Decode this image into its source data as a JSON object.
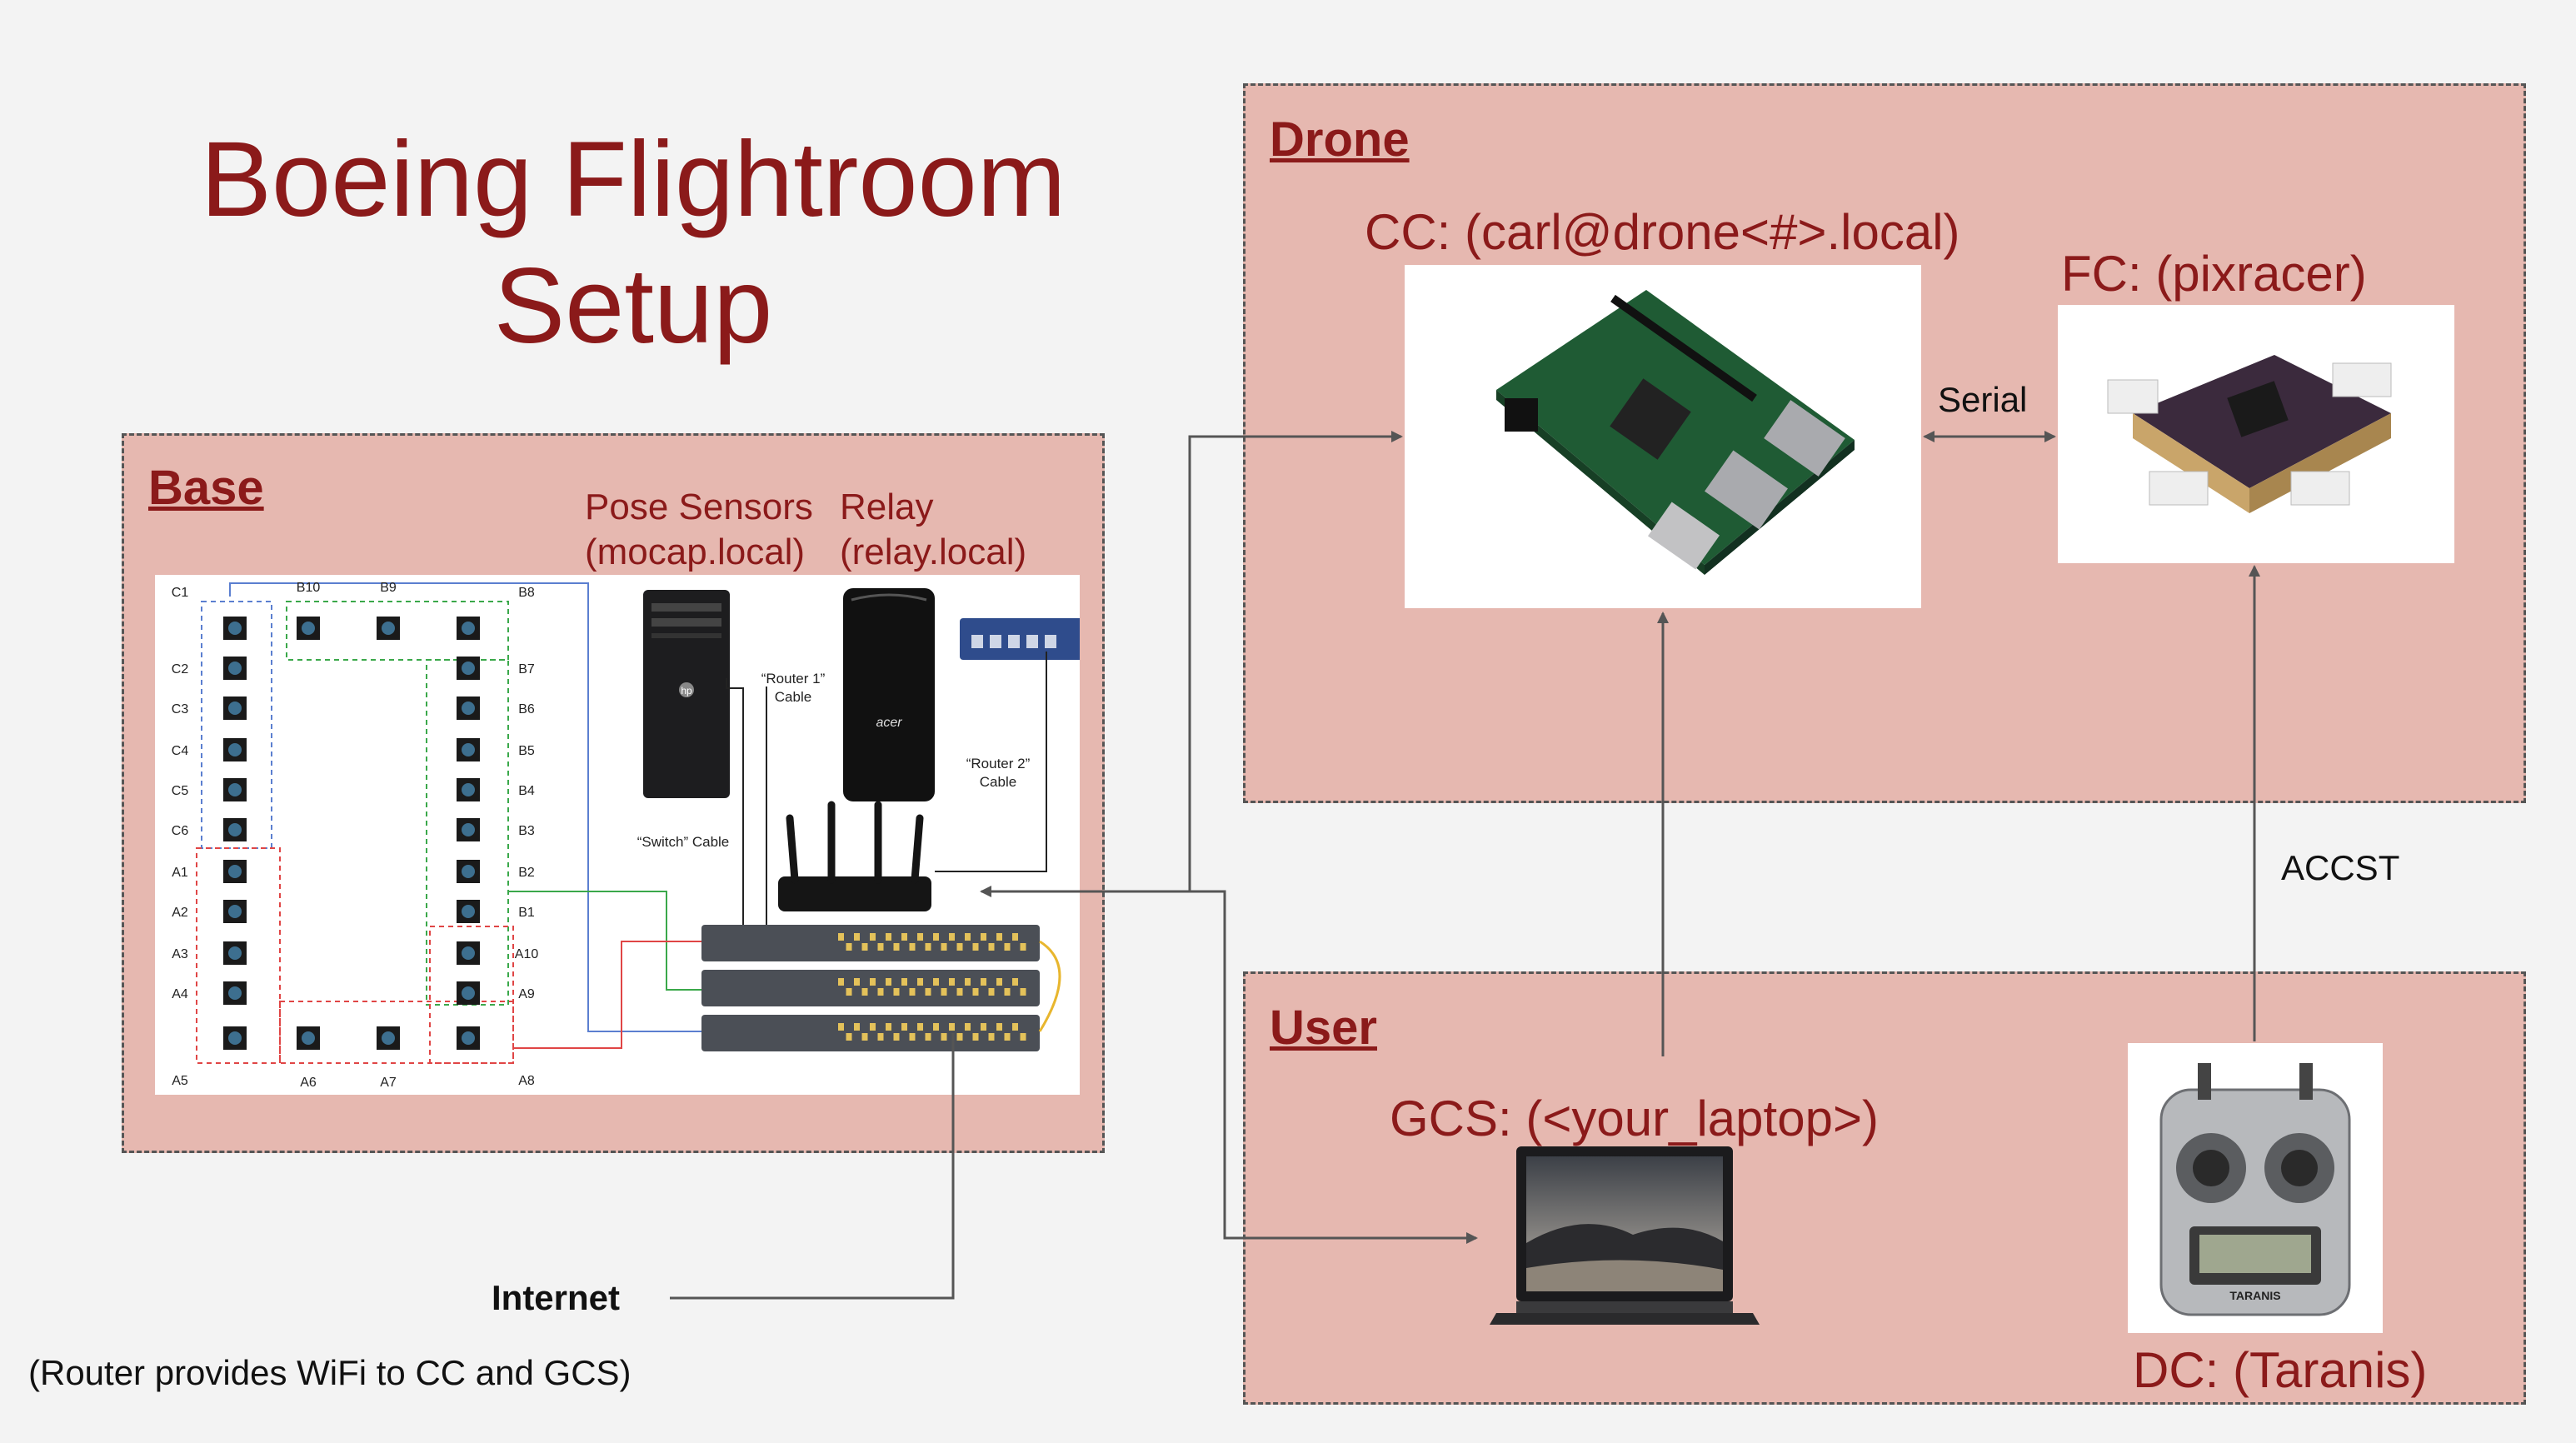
{
  "title": {
    "line1": "Boeing Flightroom",
    "line2": "Setup"
  },
  "base": {
    "title": "Base",
    "pose_sensors_label": "Pose Sensors",
    "pose_sensors_host": "(mocap.local)",
    "relay_label": "Relay",
    "relay_host": "(relay.local)",
    "cameras": {
      "top_labels": [
        "B10",
        "B9"
      ],
      "bottom_labels": [
        "A6",
        "A7"
      ],
      "left_labels": [
        "C1",
        "C2",
        "C3",
        "C4",
        "C5",
        "C6",
        "A1",
        "A2",
        "A3",
        "A4",
        "A5"
      ],
      "right_labels": [
        "B8",
        "B7",
        "B6",
        "B5",
        "B4",
        "B3",
        "B2",
        "B1",
        "A10",
        "A9",
        "A8"
      ]
    },
    "cable_router1": "“Router 1” Cable",
    "cable_router2": "“Router 2” Cable",
    "cable_switch": "“Switch” Cable",
    "router1_line1": "“Router 1”",
    "router1_line2": "Cable",
    "router2_line1": "“Router 2”",
    "router2_line2": "Cable",
    "switch_label": "“Switch” Cable",
    "pc_brand": "hp",
    "relay_brand": "acer"
  },
  "drone": {
    "title": "Drone",
    "cc_label": "CC: (carl@drone<#>.local)",
    "fc_label": "FC: (pixracer)",
    "serial_label": "Serial"
  },
  "user": {
    "title": "User",
    "gcs_label": "GCS: (<your_laptop>)",
    "dc_label": "DC: (Taranis)",
    "taranis_text": "TARANIS"
  },
  "accst_label": "ACCST",
  "internet_label": "Internet",
  "footnote": "(Router provides WiFi to CC and GCS)",
  "colors": {
    "accent": "#8b1a1a",
    "panel": "#e6b8b0",
    "background": "#f3f3f3"
  }
}
